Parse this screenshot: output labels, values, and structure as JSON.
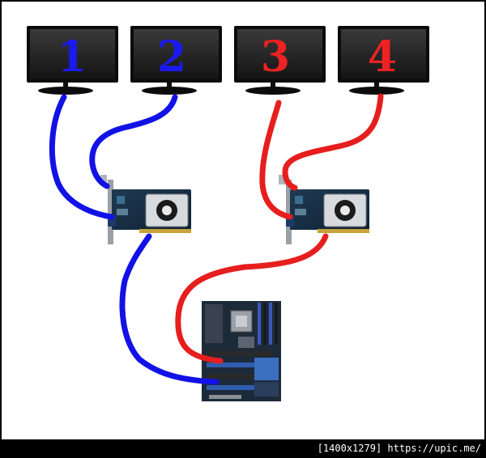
{
  "monitors": [
    {
      "label": "1",
      "color": "#1a1aee"
    },
    {
      "label": "2",
      "color": "#1a1aee"
    },
    {
      "label": "3",
      "color": "#ee2222"
    },
    {
      "label": "4",
      "color": "#ee2222"
    }
  ],
  "cable_colors": {
    "left_group": "#1212e6",
    "right_group": "#e61e1e"
  },
  "footer": {
    "watermark": "[1400x1279] https://upic.me/"
  }
}
